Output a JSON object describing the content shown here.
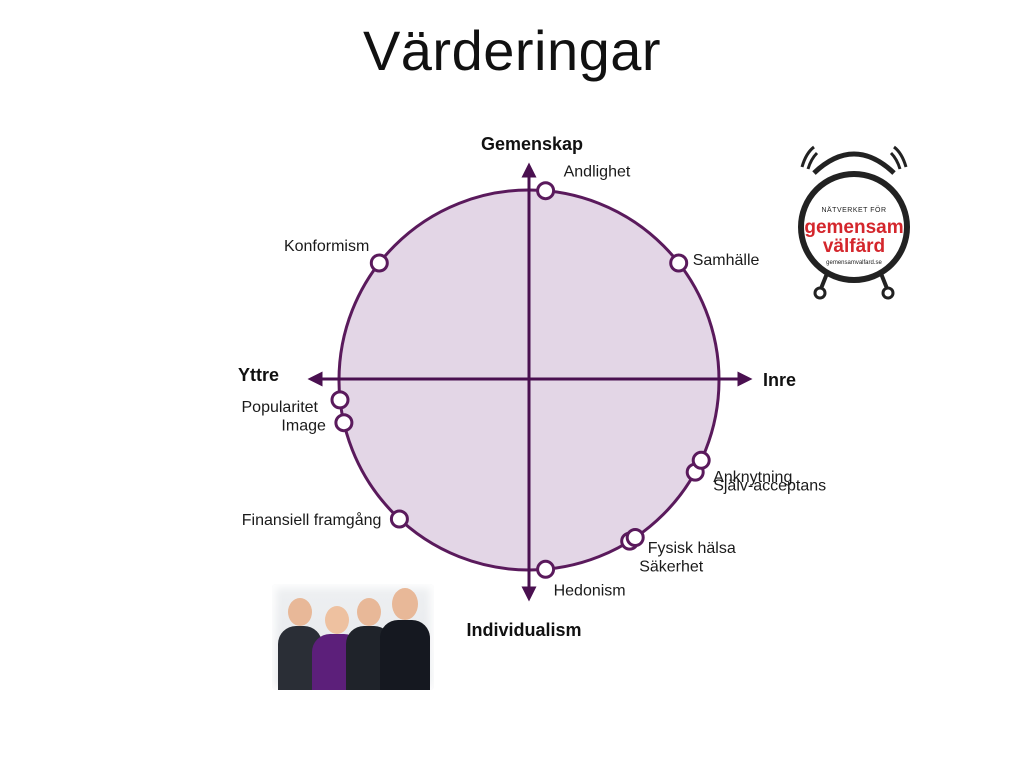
{
  "slide": {
    "title": "Värderingar"
  },
  "axes": {
    "top": "Gemenskap",
    "bottom": "Individualism",
    "left": "Yttre",
    "right": "Inre"
  },
  "values": [
    {
      "label": "Andlighet",
      "angle_deg": 85
    },
    {
      "label": "Samhälle",
      "angle_deg": 38
    },
    {
      "label": "Konformism",
      "angle_deg": 142
    },
    {
      "label": "Popularitet",
      "angle_deg": 186
    },
    {
      "label": "Image",
      "angle_deg": 193
    },
    {
      "label": "Anknytning",
      "angle_deg": 331
    },
    {
      "label": "Själv-acceptans",
      "angle_deg": 335
    },
    {
      "label": "Finansiell framgång",
      "angle_deg": 227
    },
    {
      "label": "Fysisk hälsa",
      "angle_deg": 302
    },
    {
      "label": "Säkerhet",
      "angle_deg": 304
    },
    {
      "label": "Hedonism",
      "angle_deg": 275
    }
  ],
  "colors": {
    "circle_fill": "#e3d6e6",
    "circle_stroke": "#5a1a5c",
    "axis": "#4a1050"
  },
  "logo": {
    "line1": "NÄTVERKET FÖR",
    "line2": "gemensam",
    "line3": "välfärd",
    "line4": "gemensamvalfard.se"
  },
  "icons": {
    "logo": "alarm-clock-icon",
    "photo": "group-photo"
  }
}
